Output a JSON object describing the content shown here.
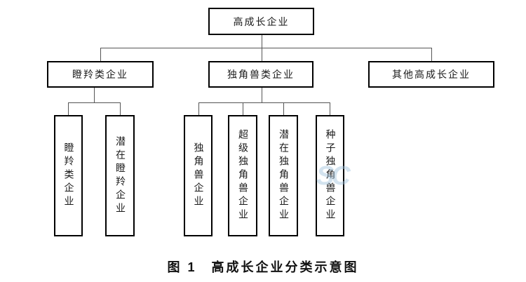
{
  "diagram": {
    "root": {
      "label": "高成长企业"
    },
    "branches": [
      {
        "label": "瞪羚类企业",
        "children": [
          {
            "label": "瞪羚类企业"
          },
          {
            "label": "潜在瞪羚企业"
          }
        ]
      },
      {
        "label": "独角兽类企业",
        "children": [
          {
            "label": "独角兽企业"
          },
          {
            "label": "超级独角兽企业"
          },
          {
            "label": "潜在独角兽企业"
          },
          {
            "label": "种子独角兽企业"
          }
        ]
      },
      {
        "label": "其他高成长企业",
        "children": []
      }
    ],
    "caption": "图 1　高成长企业分类示意图",
    "watermark": "SC",
    "colors": {
      "border": "#000000",
      "line": "#555555",
      "watermark": "#9fc3dd",
      "background": "#ffffff"
    }
  }
}
